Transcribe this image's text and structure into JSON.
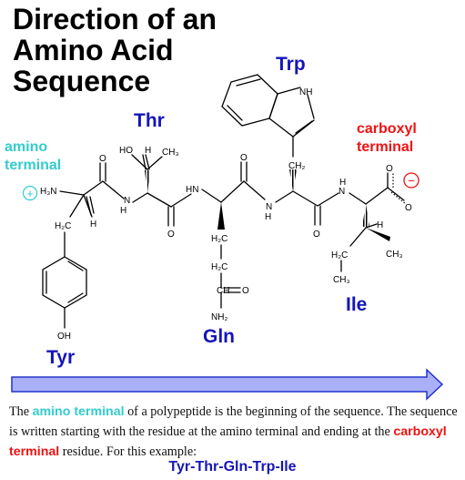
{
  "title": {
    "line1": "Direction of an",
    "line2": "Amino Acid",
    "line3": "Sequence"
  },
  "colors": {
    "residue": "#1515bb",
    "amino": "#33cccc",
    "carboxyl": "#ee1111",
    "arrow_fill": "#aab0f8",
    "arrow_stroke": "#2233cc"
  },
  "residues": {
    "tyr": "Tyr",
    "thr": "Thr",
    "gln": "Gln",
    "trp": "Trp",
    "ile": "Ile"
  },
  "terminals": {
    "amino": {
      "line1": "amino",
      "line2": "terminal",
      "charge": "+"
    },
    "carboxyl": {
      "line1": "carboxyl",
      "line2": "terminal",
      "charge": "−"
    }
  },
  "atoms": {
    "h3n": "H₃N",
    "h": "H",
    "nh": "NH",
    "hn": "HN",
    "n": "N",
    "o": "O",
    "ho": "HO",
    "oh": "OH",
    "ch3": "CH₃",
    "ch2": "CH₂",
    "h2c": "H₂C",
    "nh2": "NH₂",
    "ch": "CH"
  },
  "description": {
    "part1": "The ",
    "amino_term": "amino terminal",
    "part2": " of a polypeptide is the beginning of the sequence. The sequence is written starting with the residue at the amino terminal and ending at the ",
    "carboxyl_term": "carboxyl terminal",
    "part3": " residue. For this example:"
  },
  "sequence": "Tyr-Thr-Gln-Trp-Ile"
}
